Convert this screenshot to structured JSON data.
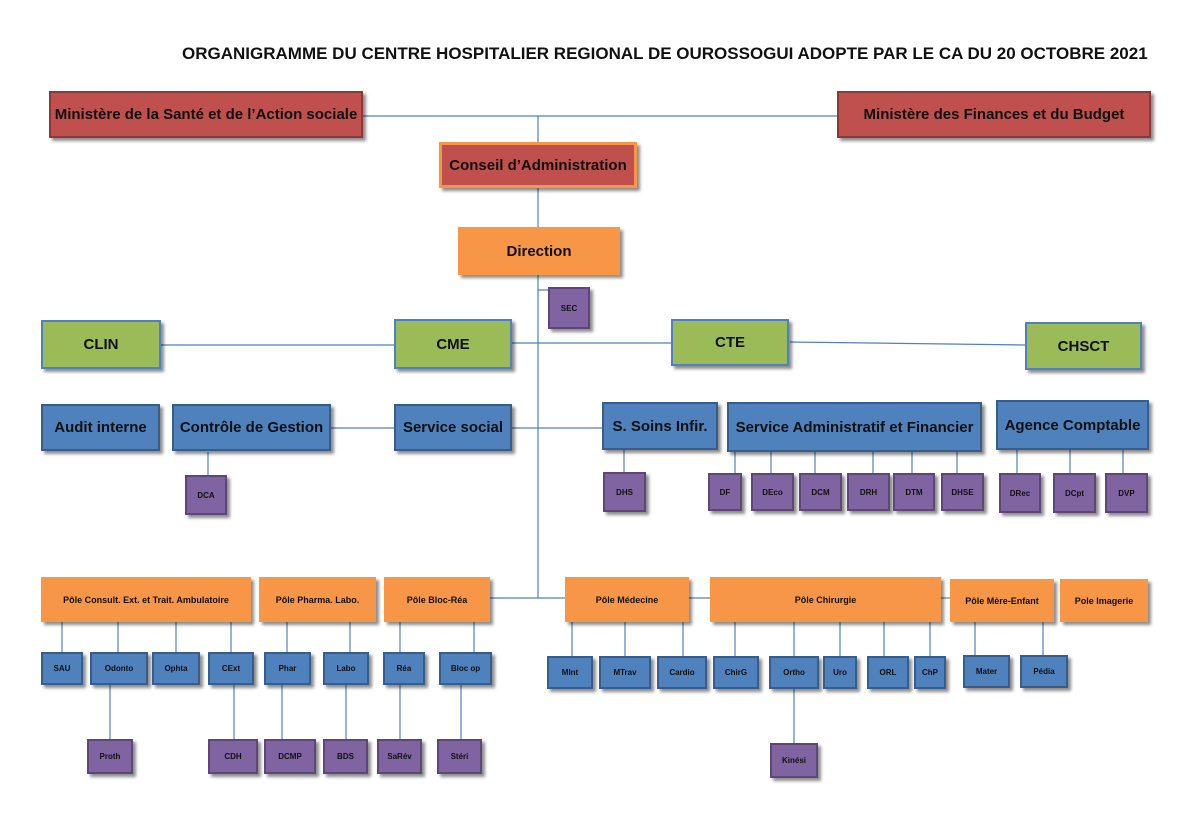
{
  "title": "ORGANIGRAMME DU CENTRE HOSPITALIER REGIONAL DE OUROSSOGUI ADOPTE PAR LE CA DU 20 OCTOBRE 2021",
  "top": {
    "ministry_health": "Ministère de la Santé et de l’Action sociale",
    "ministry_finance": "Ministère des Finances et du Budget",
    "board": "Conseil d’Administration",
    "direction": "Direction",
    "secretariat": "SEC"
  },
  "committees": [
    "CLIN",
    "CME",
    "CTE",
    "CHSCT"
  ],
  "services": {
    "audit": "Audit interne",
    "controle": "Contrôle de Gestion",
    "dca": "DCA",
    "social": "Service social",
    "soins": "S. Soins Infir.",
    "dhs": "DHS",
    "saf": "Service Administratif et Financier",
    "saf_units": [
      "DF",
      "DEco",
      "DCM",
      "DRH",
      "DTM",
      "DHSE"
    ],
    "agence": "Agence Comptable",
    "agence_units": [
      "DRec",
      "DCpt",
      "DVP"
    ]
  },
  "poles": {
    "consult": {
      "label": "Pôle Consult. Ext. et Trait. Ambulatoire",
      "units": [
        "SAU",
        "Odonto",
        "Ophta",
        "CExt"
      ],
      "sub": [
        "Proth",
        "CDH"
      ]
    },
    "pharma": {
      "label": "Pôle Pharma. Labo.",
      "units": [
        "Phar",
        "Labo"
      ],
      "sub": [
        "DCMP",
        "BDS"
      ]
    },
    "bloc": {
      "label": "Pôle Bloc-Réa",
      "units": [
        "Réa",
        "Bloc op"
      ],
      "sub": [
        "SaRév",
        "Stéri"
      ]
    },
    "medecine": {
      "label": "Pôle Médecine",
      "units": [
        "MInt",
        "MTrav",
        "Cardio"
      ]
    },
    "chirurgie": {
      "label": "Pôle Chirurgie",
      "units": [
        "ChirG",
        "Ortho",
        "Uro",
        "ORL",
        "ChP"
      ],
      "sub": [
        "Kinési"
      ]
    },
    "mere": {
      "label": "Pôle Mère-Enfant",
      "units": [
        "Mater",
        "Pédia"
      ]
    },
    "imagerie": {
      "label": "Pole Imagerie"
    }
  }
}
